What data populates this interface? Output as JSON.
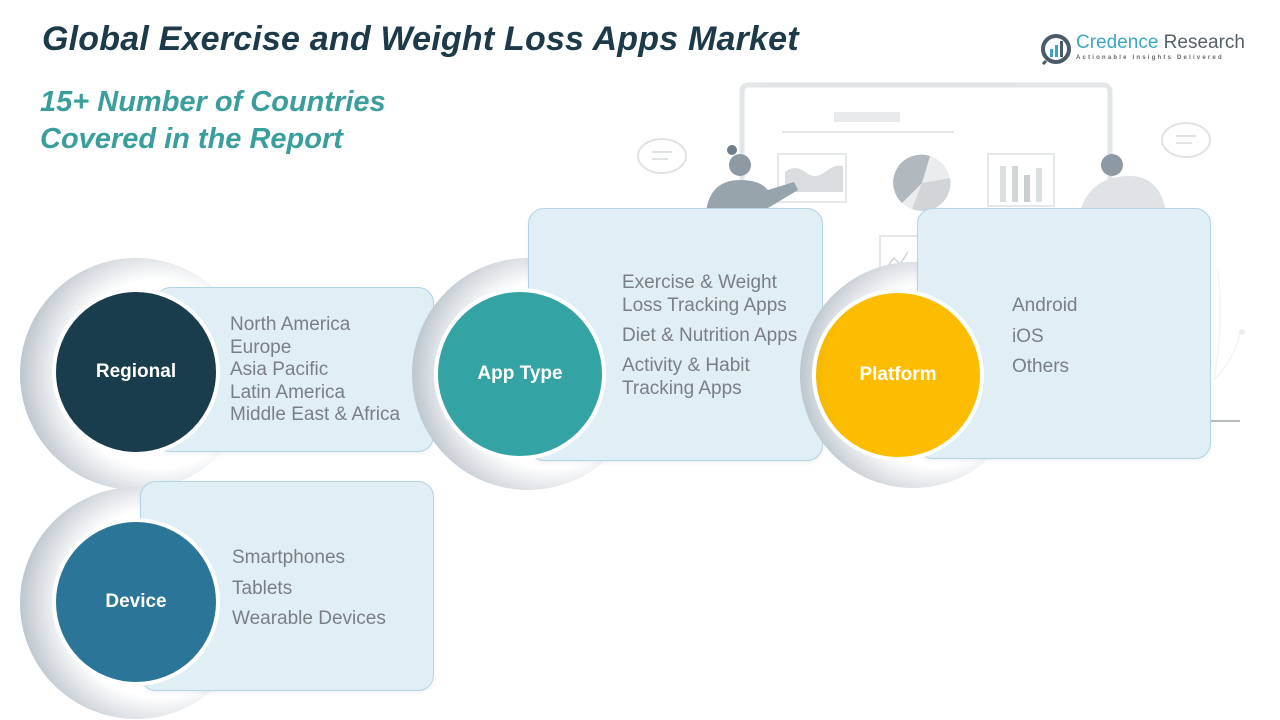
{
  "header": {
    "title": "Global Exercise and Weight Loss Apps Market",
    "subtitle_line1": "15+ Number of Countries",
    "subtitle_line2": "Covered in the Report"
  },
  "logo": {
    "name_part1": "Credence",
    "name_part2": " Research",
    "tagline": "Actionable Insights Delivered",
    "icon": "bar-chart-logo-icon"
  },
  "colors": {
    "title": "#1c3a4a",
    "subtitle": "#3a9e9c",
    "regional": "#193d4d",
    "app_type": "#33a3a3",
    "platform": "#fcbd00",
    "device": "#2b7698",
    "card_bg": "#e0eef5",
    "item_text": "#7a7f84"
  },
  "segments": [
    {
      "label": "Regional",
      "items": [
        "North America",
        "Europe",
        "Asia Pacific",
        "Latin America",
        "Middle East & Africa"
      ]
    },
    {
      "label": "App Type",
      "items": [
        "Exercise & Weight",
        "Loss Tracking Apps",
        "Diet & Nutrition Apps",
        "Activity & Habit",
        "Tracking Apps"
      ]
    },
    {
      "label": "Platform",
      "items": [
        "Android",
        "iOS",
        "Others"
      ]
    },
    {
      "label": "Device",
      "items": [
        "Smartphones",
        "Tablets",
        "Wearable Devices"
      ]
    }
  ]
}
